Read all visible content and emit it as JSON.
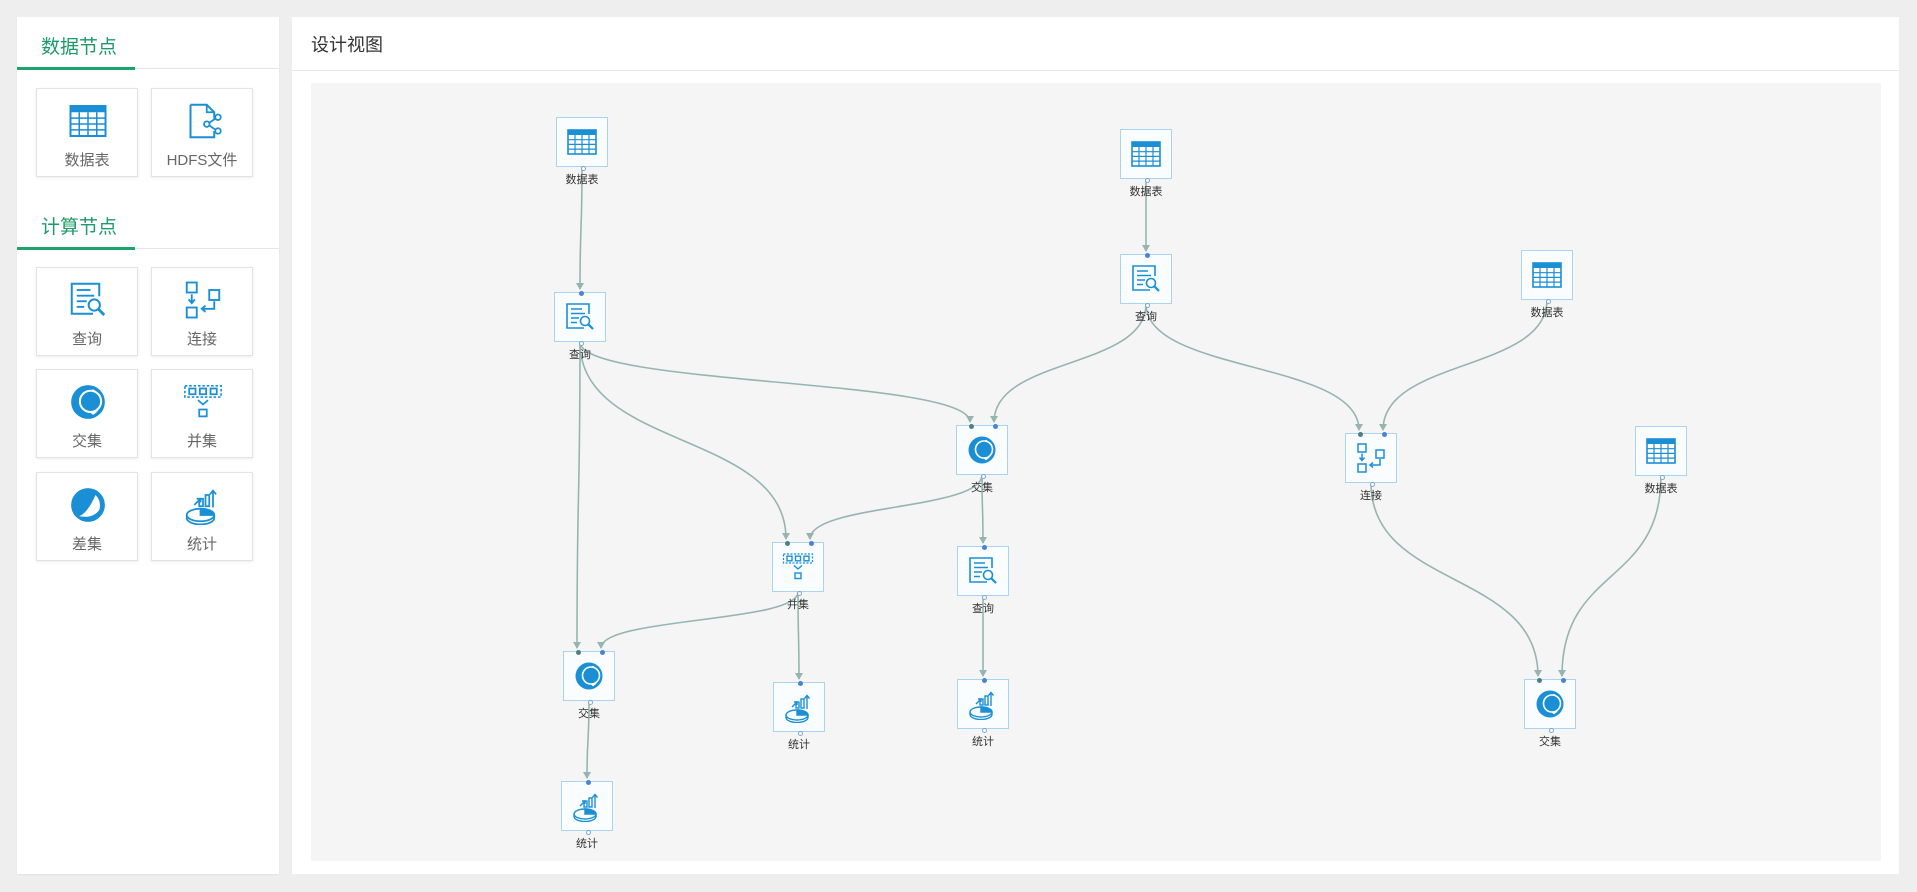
{
  "sidebar": {
    "sections": [
      {
        "title": "数据节点",
        "tools": [
          {
            "label": "数据表",
            "icon": "table-icon"
          },
          {
            "label": "HDFS文件",
            "icon": "hdfs-file-icon"
          }
        ]
      },
      {
        "title": "计算节点",
        "tools": [
          {
            "label": "查询",
            "icon": "query-icon"
          },
          {
            "label": "连接",
            "icon": "join-icon"
          },
          {
            "label": "交集",
            "icon": "intersect-icon"
          },
          {
            "label": "并集",
            "icon": "union-icon"
          },
          {
            "label": "差集",
            "icon": "difference-icon"
          },
          {
            "label": "统计",
            "icon": "statistics-icon"
          }
        ]
      }
    ]
  },
  "main": {
    "title": "设计视图"
  },
  "graph": {
    "nodes": [
      {
        "id": "t1",
        "label": "数据表",
        "icon": "table-icon"
      },
      {
        "id": "q1",
        "label": "查询",
        "icon": "query-icon"
      },
      {
        "id": "t2",
        "label": "数据表",
        "icon": "table-icon"
      },
      {
        "id": "q2",
        "label": "查询",
        "icon": "query-icon"
      },
      {
        "id": "t3",
        "label": "数据表",
        "icon": "table-icon"
      },
      {
        "id": "i1",
        "label": "交集",
        "icon": "intersect-icon"
      },
      {
        "id": "j1",
        "label": "连接",
        "icon": "join-icon"
      },
      {
        "id": "t4",
        "label": "数据表",
        "icon": "table-icon"
      },
      {
        "id": "u1",
        "label": "并集",
        "icon": "union-icon"
      },
      {
        "id": "q3",
        "label": "查询",
        "icon": "query-icon"
      },
      {
        "id": "i2",
        "label": "交集",
        "icon": "intersect-icon"
      },
      {
        "id": "s1",
        "label": "统计",
        "icon": "statistics-icon"
      },
      {
        "id": "s2",
        "label": "统计",
        "icon": "statistics-icon"
      },
      {
        "id": "i3",
        "label": "交集",
        "icon": "intersect-icon"
      },
      {
        "id": "s3",
        "label": "统计",
        "icon": "statistics-icon"
      }
    ],
    "edges": [
      {
        "from": "t1",
        "to": "q1",
        "port": "in"
      },
      {
        "from": "t2",
        "to": "q2",
        "port": "in"
      },
      {
        "from": "q1",
        "to": "i1",
        "port": "a"
      },
      {
        "from": "q2",
        "to": "i1",
        "port": "b"
      },
      {
        "from": "q2",
        "to": "j1",
        "port": "a"
      },
      {
        "from": "t3",
        "to": "j1",
        "port": "b"
      },
      {
        "from": "q1",
        "to": "u1",
        "port": "a"
      },
      {
        "from": "i1",
        "to": "u1",
        "port": "b"
      },
      {
        "from": "i1",
        "to": "q3",
        "port": "in"
      },
      {
        "from": "q1",
        "to": "i2",
        "port": "a"
      },
      {
        "from": "u1",
        "to": "i2",
        "port": "b"
      },
      {
        "from": "u1",
        "to": "s1",
        "port": "in"
      },
      {
        "from": "q3",
        "to": "s2",
        "port": "in"
      },
      {
        "from": "j1",
        "to": "i3",
        "port": "a"
      },
      {
        "from": "t4",
        "to": "i3",
        "port": "b"
      },
      {
        "from": "i2",
        "to": "s3",
        "port": "in"
      }
    ]
  },
  "colors": {
    "accent": "#1e9a6a",
    "icon": "#1a8fd6",
    "edge": "#97b5b0",
    "node_border": "#a9d3ef",
    "canvas_bg": "#f5f5f5"
  }
}
